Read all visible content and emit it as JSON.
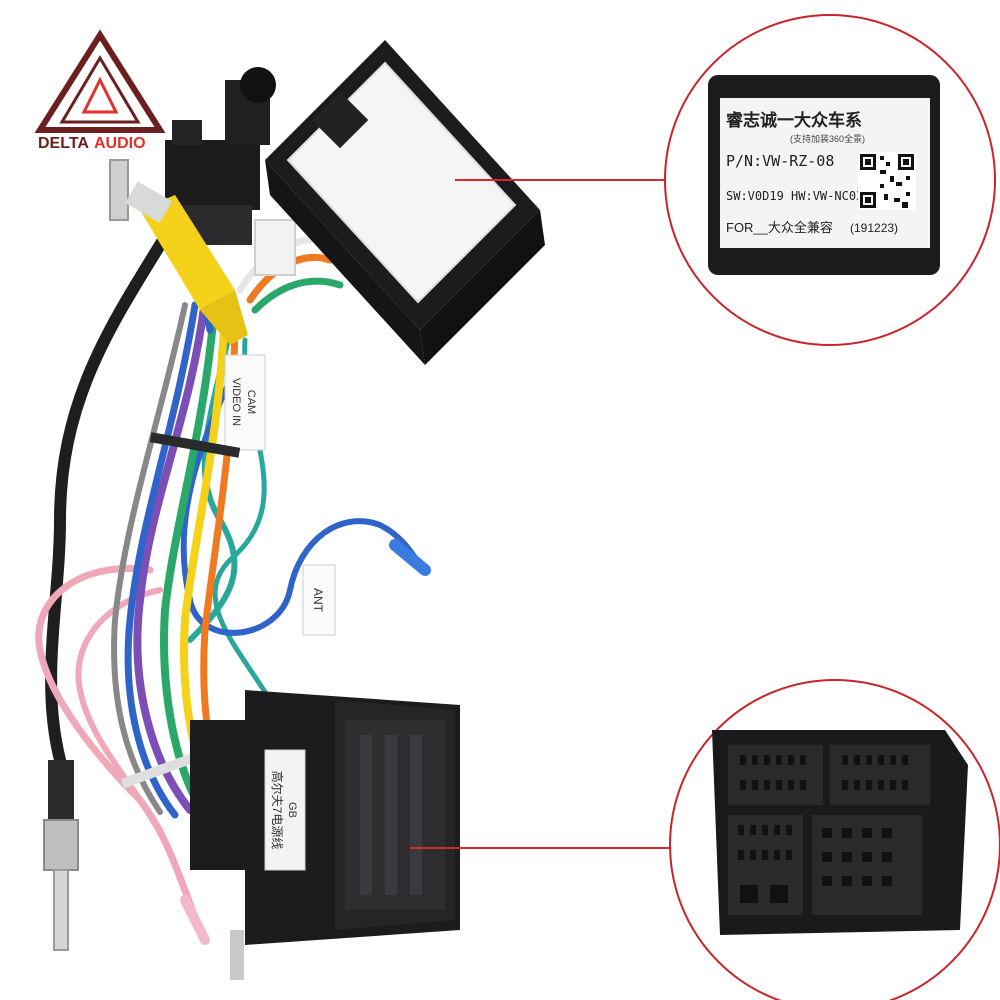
{
  "brand": {
    "name_part1": "DELTA",
    "name_part2": "AUDIO",
    "color_dark": "#6b1f1f",
    "color_red": "#e0312b"
  },
  "decoder_label": {
    "title": "睿志诚一大众车系",
    "subtitle": "(支持加装360全景)",
    "part_number": "P/N:VW-RZ-08",
    "sw_hw": "SW:V0D19 HW:VW-NC03",
    "for_line": "FOR__大众全兼容",
    "date_code": "(191223)"
  },
  "harness_tags": {
    "cam": "CAM",
    "video_in": "VIDEO IN",
    "ant": "ANT"
  },
  "connector_label": {
    "line1": "GB",
    "line2": "高尔夫7电源线"
  },
  "colors": {
    "callout_circle": "#c9242a",
    "callout_line": "#d62a2a",
    "plastic_black": "#1c1c1e",
    "rca_yellow": "#f4d21a",
    "wire_blue": "#2f64c8",
    "wire_pink": "#f0a7b8",
    "wire_purple": "#7b4fb6",
    "wire_green": "#2aa86a",
    "wire_orange": "#f07a22",
    "wire_teal": "#28a79c"
  }
}
